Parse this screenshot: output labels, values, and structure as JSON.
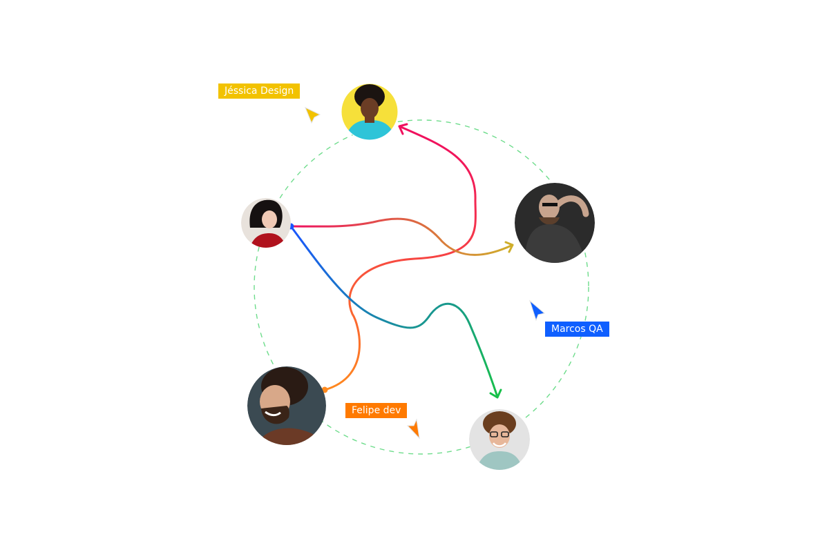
{
  "colors": {
    "background": "#ffffff",
    "orbit": "#6ddc8b",
    "yellow": "#f2c200",
    "blue": "#0f5fff",
    "orange": "#ff7a00",
    "pink": "#f0105e",
    "green": "#1cb54f",
    "gold": "#d9a020"
  },
  "labels": [
    {
      "id": "jessica",
      "text": "Jéssica Design",
      "color": "#f2c200",
      "cursor_icon": "yellow-cursor-icon"
    },
    {
      "id": "marcos",
      "text": "Marcos QA",
      "color": "#0f5fff",
      "cursor_icon": "blue-cursor-icon"
    },
    {
      "id": "felipe",
      "text": "Felipe dev",
      "color": "#ff7a00",
      "cursor_icon": "orange-cursor-icon"
    }
  ],
  "avatars": [
    {
      "id": "jessica",
      "icon": "woman-curly-hair-avatar",
      "background": "#f6e03a"
    },
    {
      "id": "woman-left",
      "icon": "woman-dark-hair-avatar",
      "background": "#e8e2dc"
    },
    {
      "id": "man-right",
      "icon": "man-hoodie-avatar",
      "background": "#2b2b2b"
    },
    {
      "id": "felipe",
      "icon": "man-beard-laughing-avatar",
      "background": "#3b4a52"
    },
    {
      "id": "man-bottom",
      "icon": "man-curly-glasses-avatar",
      "background": "#e3e3e3"
    }
  ],
  "connections": [
    {
      "id": "orange-to-pink",
      "from": "felipe",
      "to": "jessica",
      "colors": [
        "#ff8a1e",
        "#f0105e"
      ]
    },
    {
      "id": "red-to-gold",
      "from": "woman-left",
      "to": "man-right",
      "colors": [
        "#ee1060",
        "#cfae2a"
      ]
    },
    {
      "id": "blue-to-green",
      "from": "woman-left",
      "to": "man-bottom",
      "colors": [
        "#1a55ff",
        "#18c04a"
      ]
    }
  ]
}
